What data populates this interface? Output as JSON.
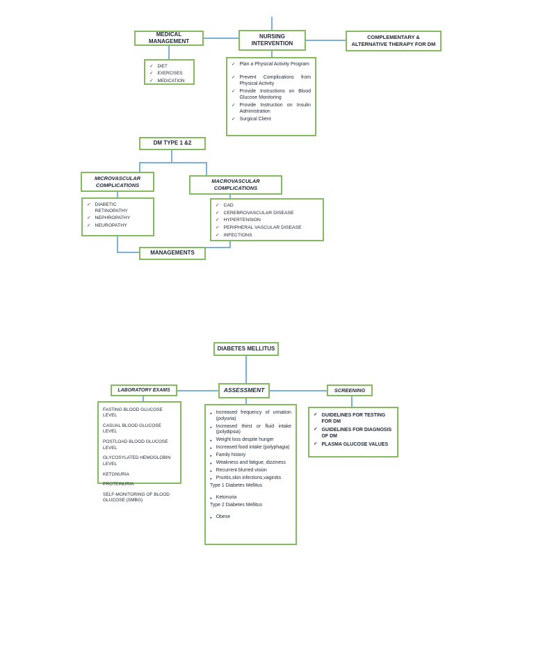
{
  "icons": {
    "check": "✓",
    "bullet": "●"
  },
  "colors": {
    "box_border": "#85b95e",
    "connector": "#7cafd6",
    "ink": "#1b2531"
  },
  "top_cluster": {
    "medical": {
      "title": "MEDICAL MANAGEMENT",
      "items": [
        "DIET",
        "EXERCISES",
        "MEDICATION"
      ]
    },
    "nursing": {
      "title": "NURSING INTERVENTION",
      "items": [
        "Plan a Physical Activity Program",
        "Prevent Complications from Physical Activity",
        "Provide Instructions on Blood Glucose Monitoring",
        "Provide Instruction on Insulin Administration",
        "Surgical Client"
      ]
    },
    "complementary": {
      "title": "COMPLEMENTARY & ALTERNATIVE THERAPY FOR DM"
    },
    "dm_type": {
      "title": "DM TYPE 1 &2"
    },
    "micro": {
      "title": "MICROVASCULAR COMPLICATIONS",
      "items": [
        "DIABETIC RETINOPATHY",
        "NEPHROPATHY",
        "NEUROPATHY"
      ]
    },
    "macro": {
      "title": "MACROVASCULAR COMPLICATIONS",
      "items": [
        "CAD",
        "CEREBROVASCULAR DISEASE",
        "HYPERTENSION",
        "PERIPHERAL VASCULAR DISEASE",
        "INFECTIONS"
      ]
    },
    "managements": {
      "title": "MANAGEMENTS"
    }
  },
  "bottom_cluster": {
    "dm": {
      "title": "DIABETES MELLITUS"
    },
    "lab": {
      "title": "LABORATORY EXAMS",
      "items": [
        "FASTING BLOOD GLUCOSE LEVEL",
        "CASUAL BLOOD GLUCOSE LEVEL",
        "POSTLOAD BLOOD GLUCOSE LEVEL",
        "GLYCOSYLATED HEMOGLOBIN LEVEL",
        "KETONURIA",
        "PROTEINURIA",
        "SELF-MONITORING OF BLOOD GLUCOSE (SMBG)"
      ]
    },
    "assessment": {
      "title": "ASSESSMENT",
      "items": [
        "Increased frequency of urination (polyuria)",
        "Increased thirst or fluid intake (polydipsia)",
        "Weight loss despite hunger",
        "Increased food intake (polyphagia)",
        "Family history",
        "Weakness and fatigue, dizziness",
        "Recurrent blurred vision",
        "Pruritis,skin infections,vaginitis"
      ],
      "type1_heading": "Type 1 Diabetes Mellitus",
      "type1_items": [
        "Ketonuria"
      ],
      "type2_heading": "Type 2 Diabetes Mellitus",
      "type2_items": [
        "Obese"
      ]
    },
    "screening": {
      "title": "SCREENING",
      "items": [
        "GUIDELINES FOR TESTING FOR DM",
        "GUIDELINES FOR DIAGNOSIS OF DM",
        "PLASMA GLUCOSE VALUES"
      ]
    }
  }
}
